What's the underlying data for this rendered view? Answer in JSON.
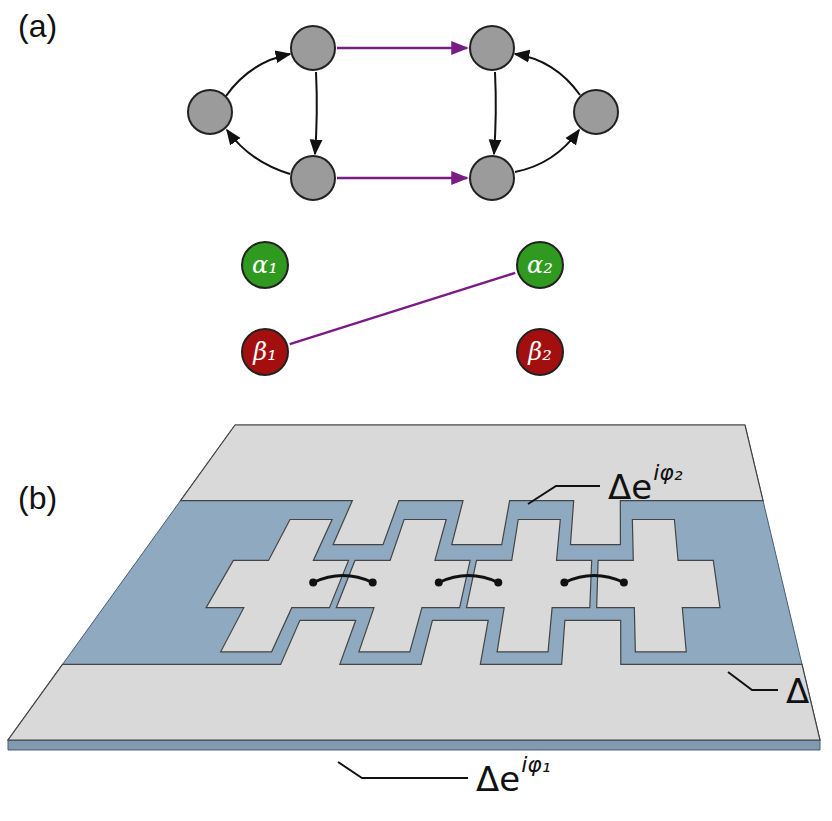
{
  "diagram": {
    "nodes": [
      {
        "text": [
          "α₁"
        ]
      },
      {
        "text": [
          "α₂"
        ]
      },
      {
        "text": [
          "β₁"
        ]
      },
      {
        "text": [
          "β₂"
        ]
      }
    ],
    "edges": [
      {
        "from": 2,
        "to": 1,
        "arrow": "none"
      }
    ],
    "labels": [
      "(a)",
      "(b)",
      "Δe",
      "iφ₂",
      "Δ",
      "Δe",
      "iφ₁"
    ]
  }
}
